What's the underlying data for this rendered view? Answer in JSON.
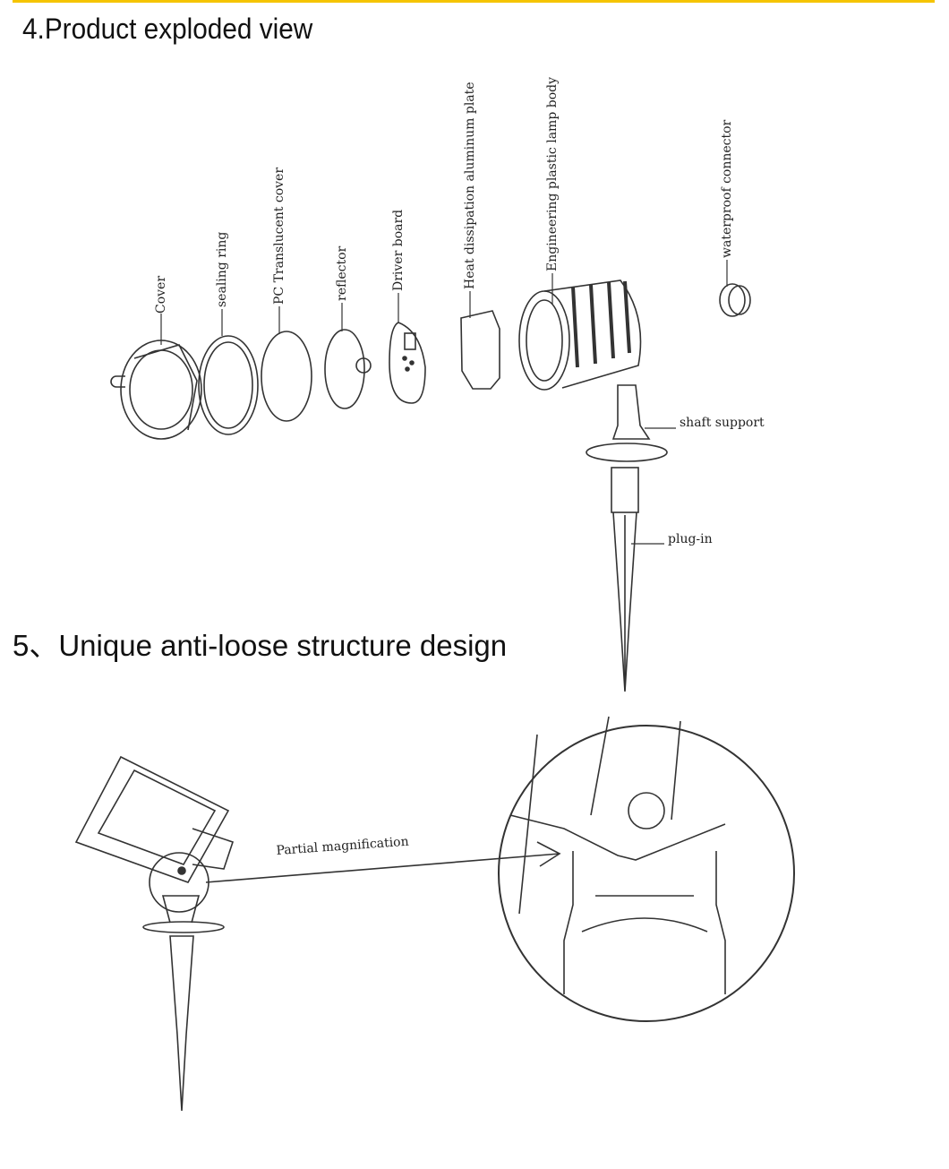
{
  "sections": {
    "exploded_title": "4.Product exploded view",
    "structure_title": "5、Unique anti-loose structure design"
  },
  "parts": {
    "cover": "Cover",
    "sealing_ring": "sealing ring",
    "pc_cover": "PC Translucent cover",
    "reflector": "reflector",
    "driver_board": "Driver board",
    "heat_plate": "Heat dissipation aluminum plate",
    "lamp_body": "Engineering plastic lamp body",
    "connector": "waterproof connector",
    "shaft_support": "shaft support",
    "plug_in": "plug-in"
  },
  "magnification_label": "Partial magnification",
  "colors": {
    "accent_line": "#f5c400"
  }
}
